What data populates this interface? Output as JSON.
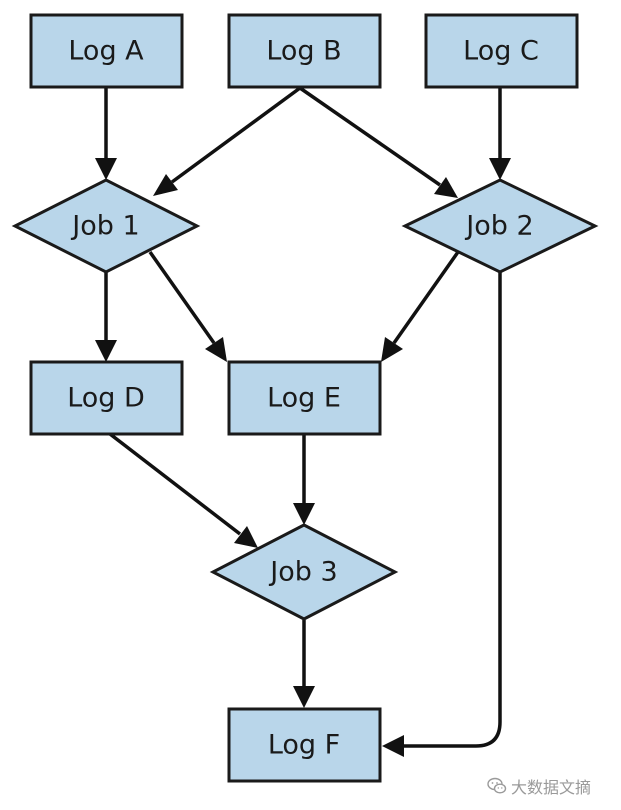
{
  "nodes": {
    "log_a": "Log A",
    "log_b": "Log B",
    "log_c": "Log C",
    "job_1": "Job 1",
    "job_2": "Job 2",
    "log_d": "Log D",
    "log_e": "Log E",
    "job_3": "Job 3",
    "log_f": "Log F"
  },
  "edges": [
    {
      "from": "Log A",
      "to": "Job 1"
    },
    {
      "from": "Log B",
      "to": "Job 1"
    },
    {
      "from": "Log B",
      "to": "Job 2"
    },
    {
      "from": "Log C",
      "to": "Job 2"
    },
    {
      "from": "Job 1",
      "to": "Log D"
    },
    {
      "from": "Job 1",
      "to": "Log E"
    },
    {
      "from": "Job 2",
      "to": "Log E"
    },
    {
      "from": "Job 2",
      "to": "Log F"
    },
    {
      "from": "Log D",
      "to": "Job 3"
    },
    {
      "from": "Log E",
      "to": "Job 3"
    },
    {
      "from": "Job 3",
      "to": "Log F"
    }
  ],
  "colors": {
    "node_fill": "#b9d6ea",
    "stroke": "#1a1a1a"
  },
  "watermark": {
    "text": "大数据文摘",
    "icon": "wechat-icon"
  }
}
